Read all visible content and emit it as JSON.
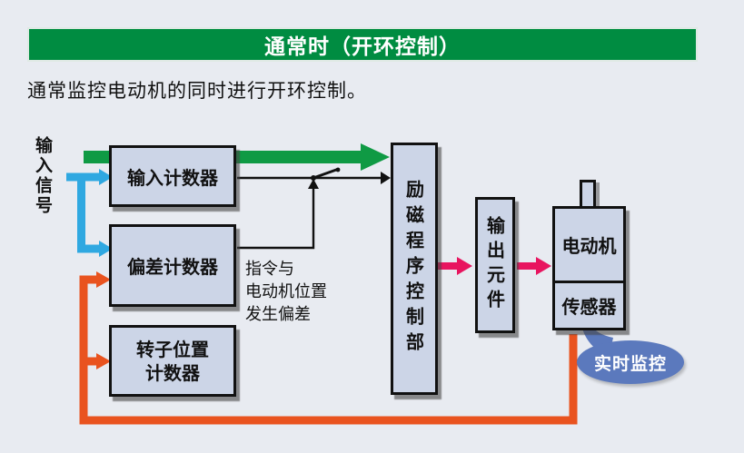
{
  "page": {
    "title": "通常时（开环控制）",
    "subtitle": "通常监控电动机的同时进行开环控制。"
  },
  "diagram": {
    "input_signal_label": "输入信号",
    "boxes": {
      "input_counter": "输入计数器",
      "deviation_counter": "偏差计数器",
      "rotor_position_counter": [
        "转子位置",
        "计数器"
      ],
      "excitation_controller": "励磁程序控制部",
      "output_element": "输出元件",
      "motor": "电动机",
      "sensor": "传感器"
    },
    "annotation_lines": [
      "指令与",
      "电动机位置",
      "发生偏差"
    ],
    "bubble_label": "实时监控",
    "icons": {
      "green_command_arrow": "thick-green-right-arrow",
      "blue_input_arrows": "blue-branch-arrows",
      "orange_feedback_path": "orange-feedback-loop-arrows",
      "pink_drive_arrows": "pink-right-arrows",
      "selector_switch": "changeover-switch-symbol"
    },
    "colors": {
      "background": "#e8ebf1",
      "header_green": "#008c41",
      "arrow_green": "#0f9a44",
      "arrow_blue": "#2fa8e1",
      "arrow_orange": "#e9531f",
      "arrow_pink": "#e8145f",
      "bubble_blue": "#5b79bd",
      "box_fill": "#ccd5e7"
    }
  }
}
